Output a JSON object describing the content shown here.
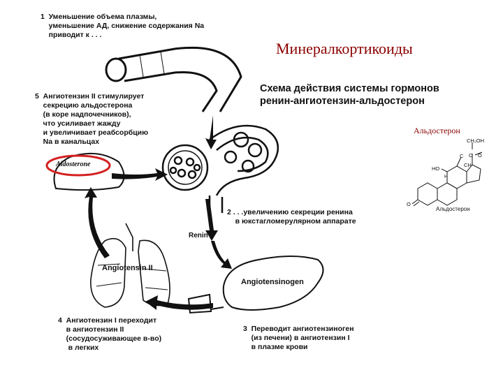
{
  "title": "Минералкортикоиды",
  "scheme_title": [
    "Схема действия системы гормонов",
    "ренин-ангиотензин-альдостерон"
  ],
  "steps": {
    "s1": "1  Уменьшение объема плазмы,\n    уменьшение АД, снижение содержания Na\n    приводит к . . .",
    "s2": "2 . . .увеличению секреции ренина\n    в юкстагломерулярном аппарате",
    "s3": "3  Переводит ангиотензиноген\n    (из печени) в ангиотензин I\n    в плазме крови",
    "s4": "4  Ангиотензин I переходит\n    в ангиотензин II\n    (сосудосуживающее в-во)\n     в легких",
    "s5": "5  Ангиотензин II стимулирует\n    секрецию альдостерона\n    (в коре надпочечников),\n    что усиливает жажду\n    и увеличивает реабсорбцию\n    Na в канальцах"
  },
  "labels": {
    "aldosterone": "Aldosterone",
    "renin": "Renin",
    "angiotensin2": "Angiotensin II",
    "angiotensinogen": "Angiotensinogen"
  },
  "molecule": {
    "name_top": "Альдостерон",
    "name_bottom": "Альдостерон",
    "ch2oh": "CH₂OH",
    "c1": "C",
    "o1": "O",
    "c2": "C",
    "ch": "CH",
    "ho": "HO",
    "o2": "O",
    "h": "H"
  },
  "colors": {
    "title": "#8b0000",
    "highlight": "#d42020",
    "ink": "#111111"
  }
}
